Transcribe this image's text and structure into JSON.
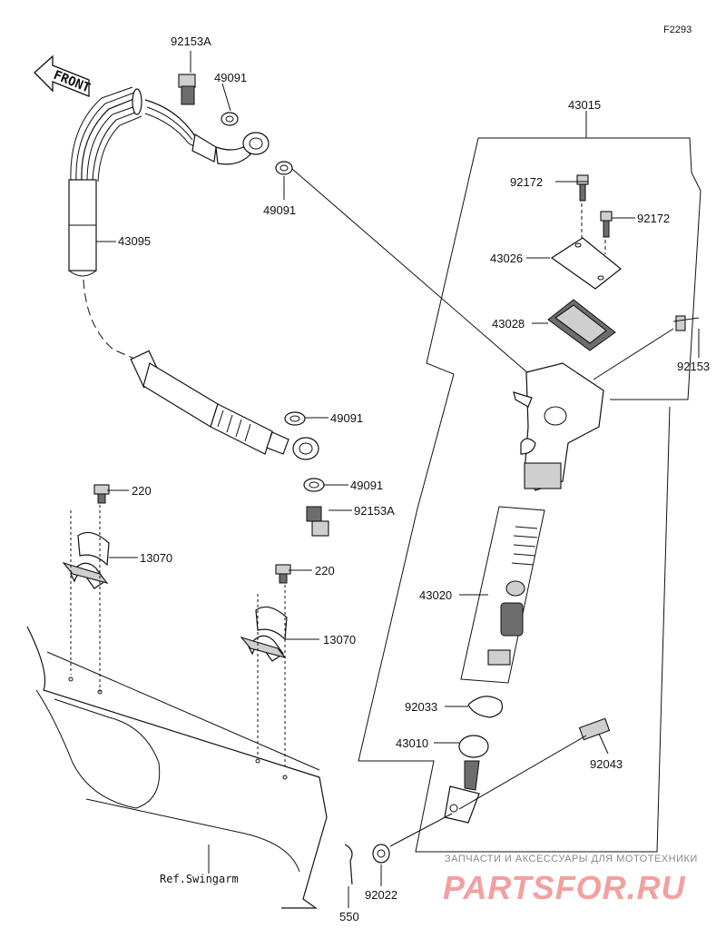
{
  "diagram": {
    "code": "F2293",
    "front_label": "FRONT",
    "ref_label": "Ref.Swingarm",
    "watermark_top": "ЗАПЧАСТИ И АКСЕССУАРЫ ДЛЯ МОТОТЕХНИКИ",
    "watermark_brand": "PARTSFOR.RU"
  },
  "callouts": [
    {
      "id": "92153A_top",
      "text": "92153A"
    },
    {
      "id": "49091_a",
      "text": "49091"
    },
    {
      "id": "49091_b",
      "text": "49091"
    },
    {
      "id": "43095",
      "text": "43095"
    },
    {
      "id": "43015",
      "text": "43015"
    },
    {
      "id": "92172_a",
      "text": "92172"
    },
    {
      "id": "92172_b",
      "text": "92172"
    },
    {
      "id": "43026",
      "text": "43026"
    },
    {
      "id": "43028",
      "text": "43028"
    },
    {
      "id": "92153",
      "text": "92153"
    },
    {
      "id": "49091_c",
      "text": "49091"
    },
    {
      "id": "49091_d",
      "text": "49091"
    },
    {
      "id": "92153A_bot",
      "text": "92153A"
    },
    {
      "id": "220_a",
      "text": "220"
    },
    {
      "id": "13070_a",
      "text": "13070"
    },
    {
      "id": "220_b",
      "text": "220"
    },
    {
      "id": "13070_b",
      "text": "13070"
    },
    {
      "id": "43020",
      "text": "43020"
    },
    {
      "id": "92033",
      "text": "92033"
    },
    {
      "id": "43010",
      "text": "43010"
    },
    {
      "id": "92043",
      "text": "92043"
    },
    {
      "id": "92022",
      "text": "92022"
    },
    {
      "id": "550",
      "text": "550"
    }
  ]
}
